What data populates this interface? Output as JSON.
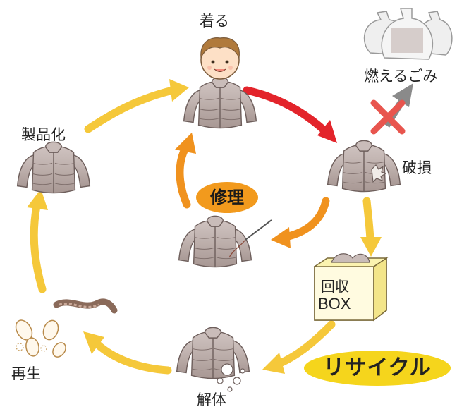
{
  "labels": {
    "wear": "着る",
    "combustible_waste": "燃えるごみ",
    "damage": "破損",
    "productization": "製品化",
    "repair": "修理",
    "regeneration": "再生",
    "dismantle": "解体",
    "recycle": "リサイクル",
    "box_line1": "回収",
    "box_line2": "BOX"
  },
  "colors": {
    "cycle_arrow": "#f5c83a",
    "repair_arrow": "#f0921e",
    "damage_arrow": "#e3242b",
    "recycle_badge": "#f5d51c",
    "repair_badge": "#f29a1d",
    "jacket": "#b8a9a6",
    "cross": "#e8554e"
  },
  "icons": [
    "person-in-jacket-icon",
    "garbage-bags-icon",
    "cross-mark-icon",
    "damaged-jacket-icon",
    "jacket-icon",
    "sewing-needle-icon",
    "recycle-box-icon",
    "dismantled-jacket-icon",
    "feather-icon",
    "twisted-fiber-icon"
  ]
}
